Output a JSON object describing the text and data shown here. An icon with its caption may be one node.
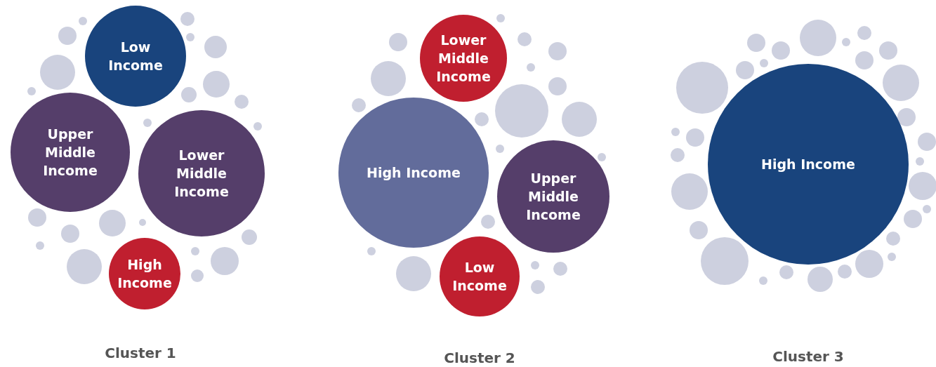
{
  "diagram": {
    "nodes": [
      {
        "text": [
          "Low Income"
        ]
      },
      {
        "text": [
          "Upper Middle Income"
        ]
      },
      {
        "text": [
          "Lower Middle Income"
        ]
      },
      {
        "text": [
          "High Income"
        ]
      },
      {
        "text": [
          "Lower Middle Income"
        ]
      },
      {
        "text": [
          "High Income"
        ]
      },
      {
        "text": [
          "Upper Middle Income"
        ]
      },
      {
        "text": [
          "Low Income"
        ]
      },
      {
        "text": [
          "High Income"
        ]
      }
    ],
    "labels": [
      "Cluster 1",
      "Cluster 2",
      "Cluster 3"
    ]
  }
}
